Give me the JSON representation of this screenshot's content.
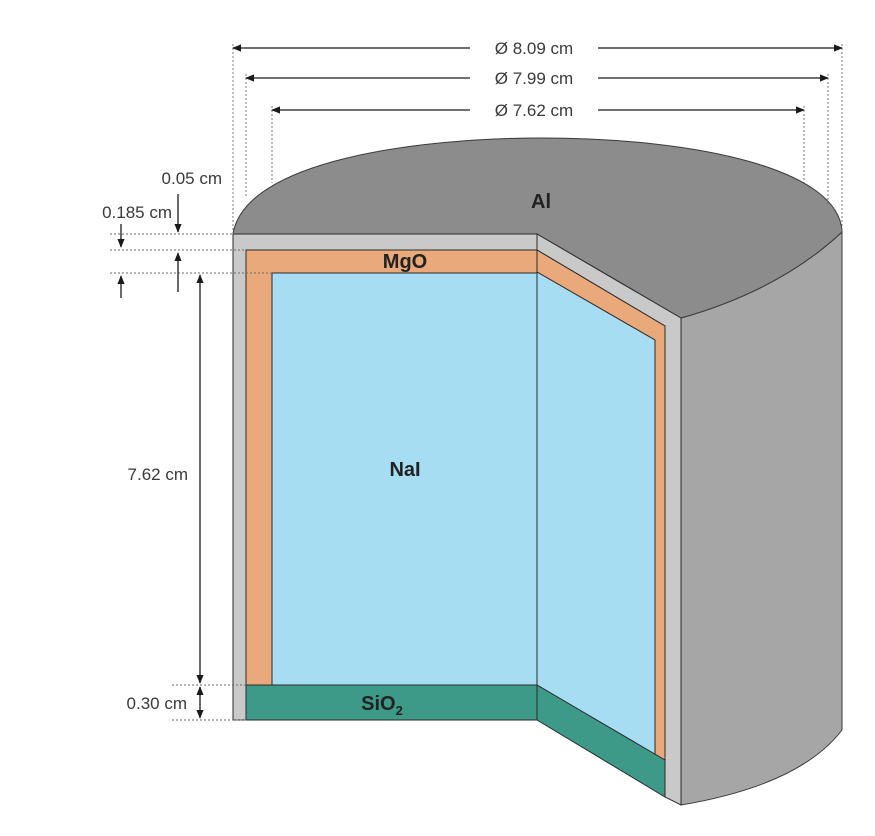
{
  "dimensions": {
    "outer_diameter": "Ø 8.09 cm",
    "inner_diameter": "Ø 7.99 cm",
    "crystal_diameter": "Ø 7.62 cm",
    "al_thickness": "0.05 cm",
    "mgo_thickness": "0.185 cm",
    "crystal_height": "7.62 cm",
    "sio2_thickness": "0.30 cm"
  },
  "materials": {
    "aluminum": "Al",
    "reflector": "MgO",
    "crystal": "NaI",
    "window_base": "SiO",
    "window_sub": "2"
  },
  "colors": {
    "aluminum": "#8c8c8c",
    "aluminum_side": "#a6a6a6",
    "mgo": "#eaa97a",
    "nai": "#a6ddf3",
    "sio2": "#3e9a88"
  }
}
